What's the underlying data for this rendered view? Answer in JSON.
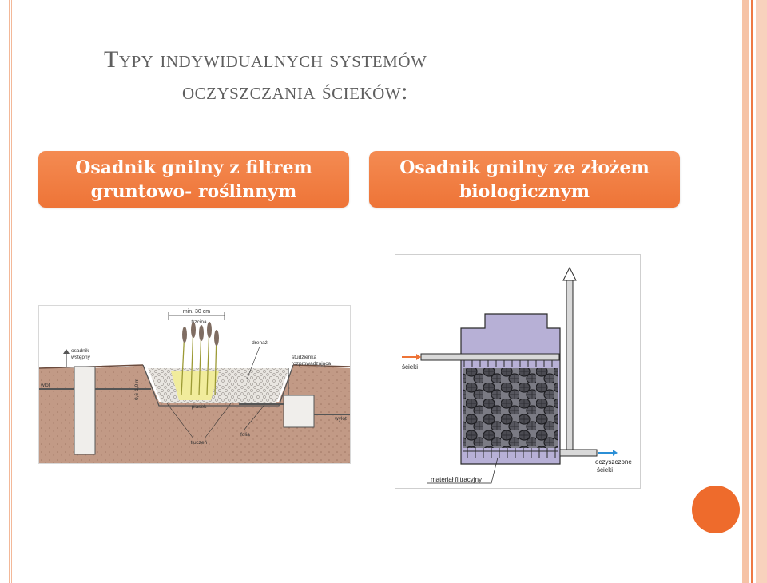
{
  "slide": {
    "title_line1": "Typy indywidualnych systemów",
    "title_line2": "oczyszczania ścieków:"
  },
  "left_box": {
    "line1": "Osadnik gnilny z filtrem",
    "line2": "gruntowo- roślinnym"
  },
  "right_box": {
    "line1": "Osadnik gnilny ze złożem",
    "line2": "biologicznym"
  },
  "left_diagram": {
    "dimension": "min. 30 cm",
    "trzcina": "trzcina",
    "drenaz": "drenaż",
    "osadnik": "osadnik",
    "wstepny": "wstępny",
    "studzienka": "studzienka",
    "rozprowadzajaca": "rozprowadzająca",
    "wlot": "wlot",
    "depth": "0,6-1,0 m",
    "piasek": "piasek",
    "wylot": "wylot",
    "folia": "folia",
    "tluczen": "tłuczeń"
  },
  "right_diagram": {
    "scieki": "ścieki",
    "oczyszczone": "oczyszczone",
    "scieki2": "ścieki",
    "material": "materiał filtracyjny"
  },
  "colors": {
    "accent": "#ee7437",
    "rail_light": "#f6c3a6",
    "rail_dark": "#ee7a45",
    "tank_fill": "#b7b0d6",
    "arrow_blue": "#2b8fd6"
  }
}
